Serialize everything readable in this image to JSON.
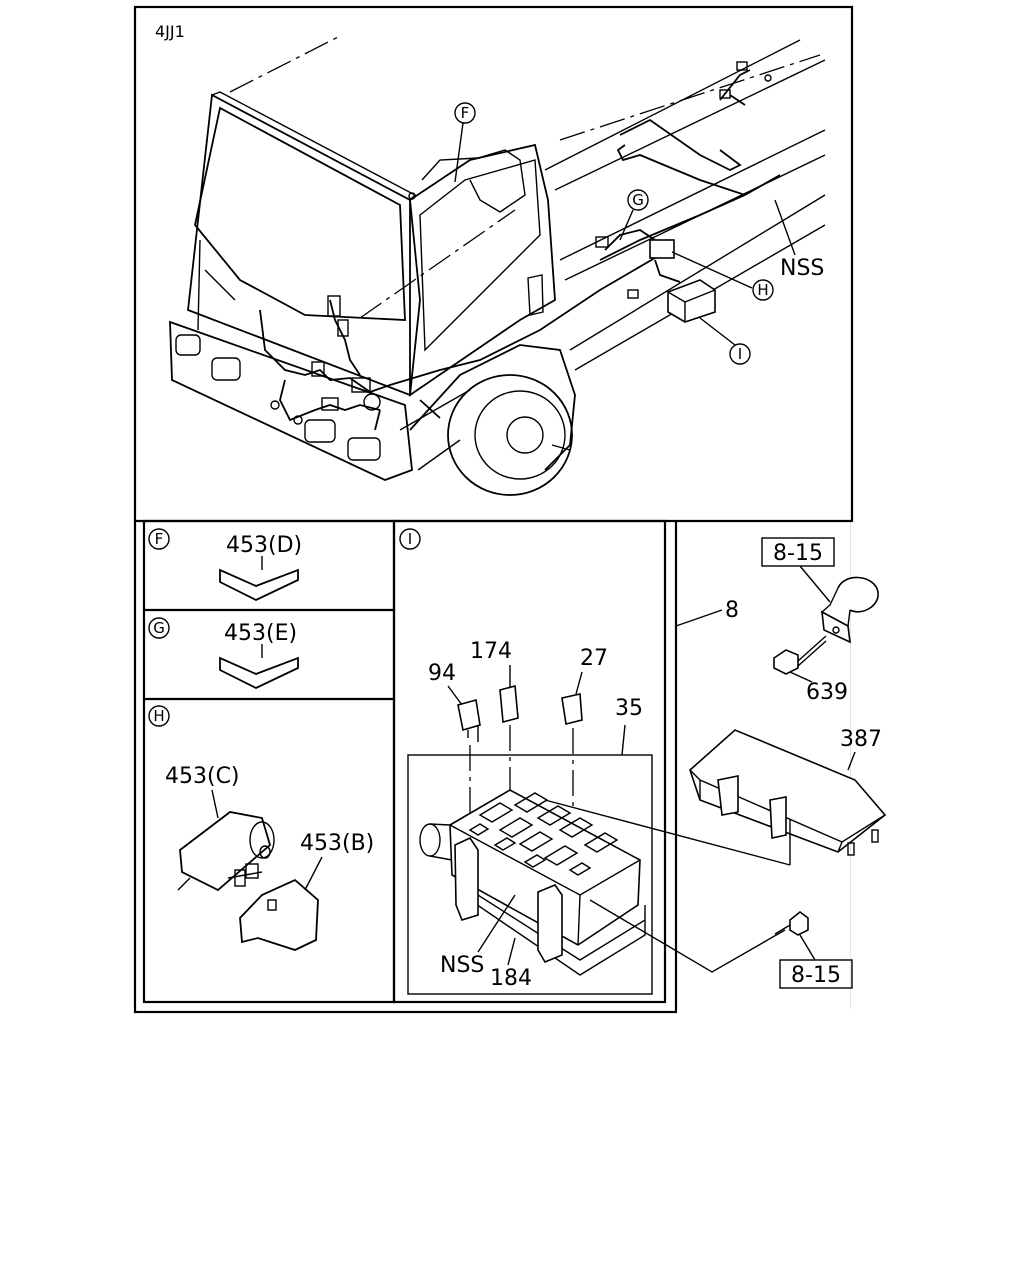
{
  "engine_code": "4JJ1",
  "callouts": {
    "F": "F",
    "G": "G",
    "H": "H",
    "I": "I",
    "nss_main": "NSS"
  },
  "detail_F": {
    "letter": "F",
    "part": "453(D)"
  },
  "detail_G": {
    "letter": "G",
    "part": "453(E)"
  },
  "detail_H": {
    "letter": "H",
    "part_c": "453(C)",
    "part_b": "453(B)"
  },
  "detail_I": {
    "letter": "I",
    "parts": {
      "relay": "94",
      "relay_small": "174",
      "fuse": "27",
      "fuse_block": "35",
      "nss": "NSS",
      "base": "184"
    }
  },
  "side": {
    "harness": "8",
    "ref_top": "8-15",
    "bolt": "639",
    "cover": "387",
    "ref_bottom": "8-15"
  }
}
